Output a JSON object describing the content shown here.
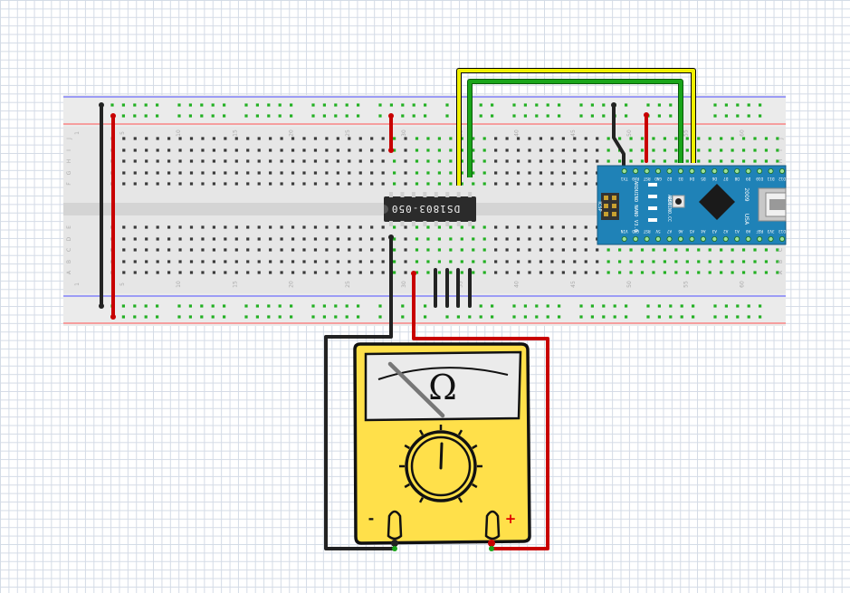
{
  "breadboard": {
    "column_numbers": [
      "1",
      "5",
      "10",
      "15",
      "20",
      "25",
      "30",
      "35",
      "40",
      "45",
      "50",
      "55",
      "60"
    ],
    "row_letters_top": [
      "J",
      "I",
      "H",
      "G",
      "F"
    ],
    "row_letters_bottom": [
      "E",
      "D",
      "C",
      "B",
      "A"
    ]
  },
  "chip": {
    "label": "DS1803-050"
  },
  "arduino": {
    "title": "ARDUINO NANO V3.0",
    "brand": "ARDUINO.CC",
    "year": "2009",
    "region": "USA",
    "top_pins": [
      "D12",
      "D11",
      "D10",
      "D9",
      "D8",
      "D7",
      "D6",
      "D5",
      "D4",
      "D3",
      "D2",
      "GND",
      "RST",
      "RX0",
      "TX1"
    ],
    "bottom_pins": [
      "D13",
      "3V3",
      "REF",
      "A0",
      "A1",
      "A2",
      "A3",
      "A4",
      "A5",
      "A6",
      "A7",
      "5V",
      "RST",
      "GND",
      "VIN"
    ],
    "icsp_label": "ICSP",
    "rst_label": "RST"
  },
  "multimeter": {
    "unit_symbol": "Ω",
    "neg_label": "-",
    "pos_label": "+"
  },
  "colors": {
    "black_wire": "#222222",
    "red_wire": "#c80000",
    "green_wire": "#1aa51a",
    "yellow_wire": "#f0f000",
    "meter_yellow": "#ffe04a",
    "arduino_blue": "#1f82b7"
  }
}
